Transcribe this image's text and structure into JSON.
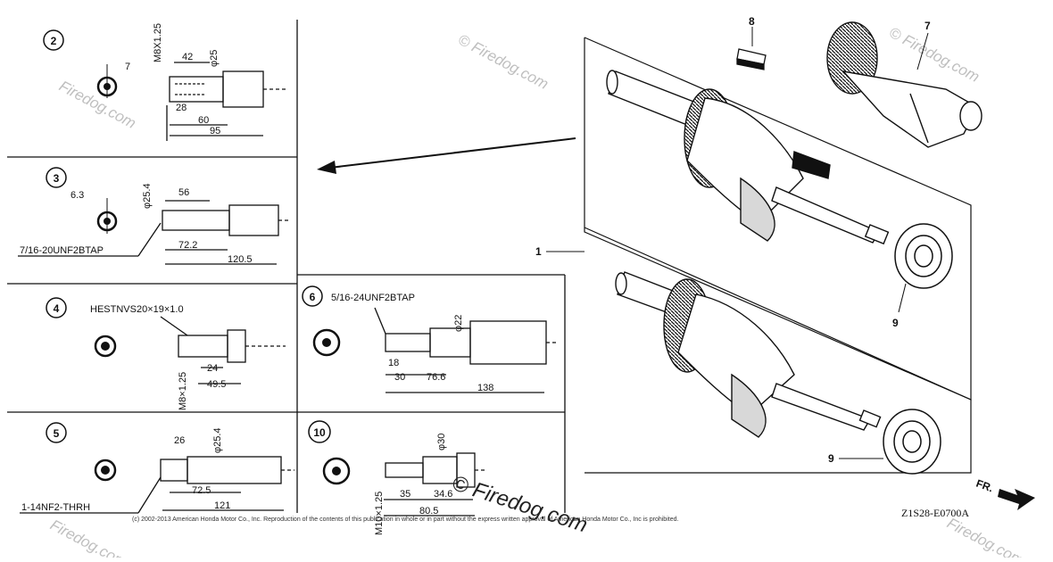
{
  "panels": {
    "p2": {
      "num": "2",
      "ref": "7",
      "dims": [
        "M8X1.25",
        "42",
        "φ25",
        "28",
        "60",
        "95"
      ]
    },
    "p3": {
      "num": "3",
      "dims": [
        "6.3",
        "φ25.4",
        "56",
        "72.2",
        "120.5"
      ],
      "thread": "7/16-20UNF2BTAP"
    },
    "p4": {
      "num": "4",
      "dims": [
        "HESTNVS20×19×1.0",
        "M8×1.25",
        "24",
        "49.5"
      ]
    },
    "p5": {
      "num": "5",
      "dims": [
        "26",
        "φ25.4",
        "72.5",
        "121"
      ],
      "thread": "1-14NF2-THRH"
    },
    "p6": {
      "num": "6",
      "dims": [
        "5/16-24UNF2BTAP",
        "φ22",
        "18",
        "30",
        "76.6",
        "138"
      ]
    },
    "p10": {
      "num": "10",
      "dims": [
        "φ30",
        "M10×1.25",
        "35",
        "34.6",
        "80.5"
      ]
    }
  },
  "callouts": {
    "assy": "1",
    "key": "8",
    "shaft": "7",
    "bearing_top": "9",
    "bearing_bottom": "9"
  },
  "diagram_code": "Z1S28-E0700A",
  "fr_label": "FR.",
  "watermark": "© Firedog.com",
  "watermark_short": "Firedog.com",
  "copyright": "(c) 2002-2013 American Honda Motor Co., Inc. Reproduction of the contents of this publication in whole or in part without the express written approval of American Honda Motor Co., Inc is prohibited."
}
